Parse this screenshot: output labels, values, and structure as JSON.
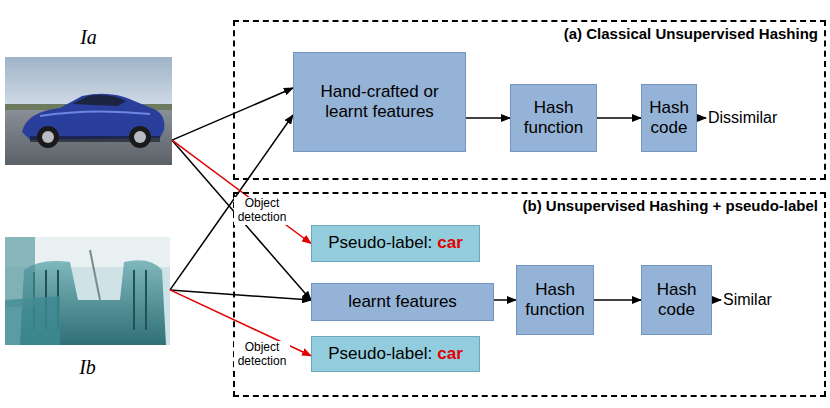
{
  "diagram": {
    "nodes": [
      {
        "text": [
          "Ia"
        ]
      },
      {
        "text": [
          "(a) Classical Unsupervised Hashing"
        ]
      },
      {
        "text": [
          "Hand-crafted or learnt features"
        ],
        "in": 1
      },
      {
        "text": [
          "Hash function"
        ],
        "in": 1
      },
      {
        "text": [
          "Hash code"
        ],
        "in": 1
      },
      {
        "text": [
          "Ib"
        ]
      },
      {
        "text": [
          "(b) Unsupervised Hashing + pseudo-label"
        ]
      },
      {
        "text": [
          "Pseudo-label:",
          "car"
        ],
        "in": 6
      },
      {
        "text": [
          "learnt features"
        ],
        "in": 6
      },
      {
        "text": [
          "Hash function"
        ],
        "in": 6
      },
      {
        "text": [
          "Hash code"
        ],
        "in": 6
      },
      {
        "text": [
          "Pseudo-label:",
          "car"
        ],
        "in": 6
      }
    ],
    "edges": [
      {
        "from": 0,
        "to": 2,
        "arrow": "to"
      },
      {
        "from": 5,
        "to": 2,
        "arrow": "to"
      },
      {
        "from": 0,
        "to": 8,
        "arrow": "to"
      },
      {
        "from": 5,
        "to": 8,
        "arrow": "to"
      },
      {
        "from": 0,
        "to": 7,
        "arrow": "to",
        "label": "Object detection"
      },
      {
        "from": 5,
        "to": 11,
        "arrow": "to",
        "label": "Object detection"
      },
      {
        "from": 2,
        "to": 3,
        "arrow": "to"
      },
      {
        "from": 3,
        "to": 4,
        "arrow": "to"
      },
      {
        "from": 8,
        "to": 9,
        "arrow": "to"
      },
      {
        "from": 9,
        "to": 10,
        "arrow": "to"
      }
    ],
    "labels": [
      "Dissimilar",
      "Similar"
    ]
  }
}
